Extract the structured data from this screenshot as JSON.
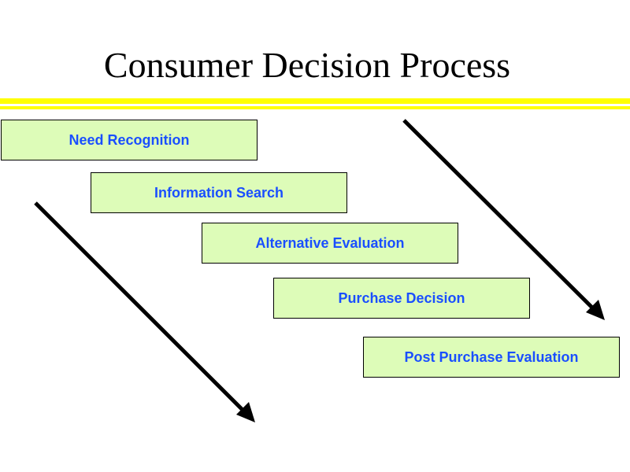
{
  "title": "Consumer Decision Process",
  "colors": {
    "accent_bar": "#ffff00",
    "box_fill": "#ddfcb8",
    "box_text": "#1a4fff"
  },
  "steps": [
    {
      "label": "Need Recognition"
    },
    {
      "label": "Information Search"
    },
    {
      "label": "Alternative Evaluation"
    },
    {
      "label": "Purchase Decision"
    },
    {
      "label": "Post Purchase Evaluation"
    }
  ]
}
